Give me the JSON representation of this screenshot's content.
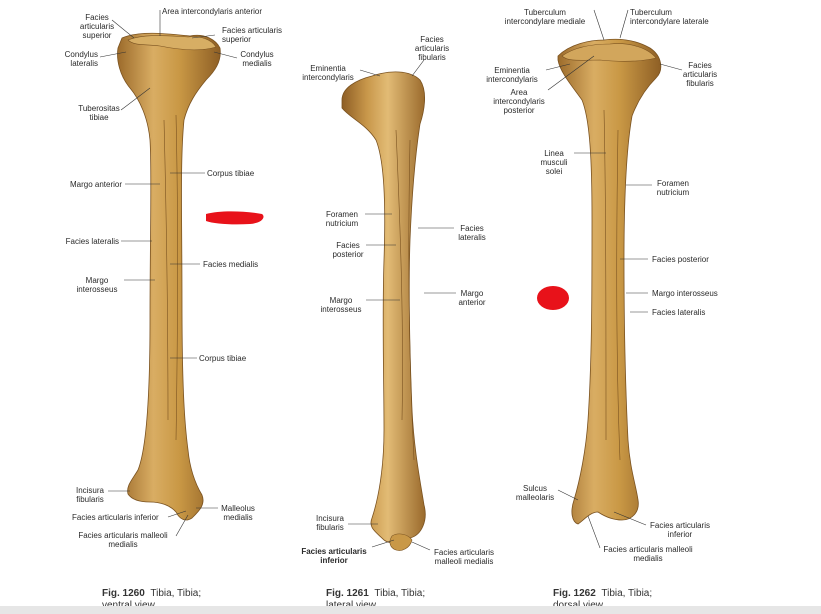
{
  "colors": {
    "bone": "#c6943f",
    "bone_light": "#ddb36b",
    "bone_dark": "#8a5f24",
    "redaction": "#e8121a",
    "leader": "#333333"
  },
  "figures": [
    {
      "id": "fig1260",
      "caption": {
        "number": "Fig. 1260",
        "line1": "Tibia, Tibia;",
        "line2": "ventral view."
      },
      "labels": {
        "area_intercondylaris_anterior": "Area intercondylaris anterior",
        "facies_articularis_superior_left": "Facies\narticularis\nsuperior",
        "facies_articularis_superior_right": "Facies articularis\nsuperior",
        "condylus_lateralis": "Condylus\nlateralis",
        "condylus_medialis": "Condylus\nmedialis",
        "tuberositas_tibiae": "Tuberositas\ntibiae",
        "corpus_tibiae_upper": "Corpus tibiae",
        "margo_anterior": "Margo anterior",
        "facies_lateralis": "Facies lateralis",
        "facies_medialis": "Facies medialis",
        "margo_interosseus": "Margo\ninterosseus",
        "corpus_tibiae_lower": "Corpus tibiae",
        "incisura_fibularis": "Incisura\nfibularis",
        "malleolus_medialis": "Malleolus\nmedialis",
        "facies_articularis_inferior": "Facies articularis inferior",
        "facies_articularis_malleoli_medialis": "Facies articularis malleoli\nmedialis"
      }
    },
    {
      "id": "fig1261",
      "caption": {
        "number": "Fig. 1261",
        "line1": "Tibia, Tibia;",
        "line2": "lateral view."
      },
      "labels": {
        "facies_articularis_fibularis": "Facies\narticularis\nfibularis",
        "eminentia_intercondylaris": "Eminentia\nintercondylaris",
        "foramen_nutricium": "Foramen\nnutricium",
        "facies_lateralis": "Facies\nlateralis",
        "facies_posterior": "Facies\nposterior",
        "margo_interosseus": "Margo\ninterosseus",
        "margo_anterior": "Margo\nanterior",
        "incisura_fibularis": "Incisura\nfibularis",
        "facies_articularis_inferior": "Facies articularis\ninferior",
        "facies_articularis_malleoli_medialis": "Facies articularis\nmalleoli medialis"
      }
    },
    {
      "id": "fig1262",
      "caption": {
        "number": "Fig. 1262",
        "line1": "Tibia, Tibia;",
        "line2": "dorsal view."
      },
      "labels": {
        "tuberculum_intercondylare_mediale": "Tuberculum\nintercondylare mediale",
        "tuberculum_intercondylare_laterale": "Tuberculum\nintercondylare laterale",
        "eminentia_intercondylaris": "Eminentia\nintercondylaris",
        "facies_articularis_fibularis": "Facies\narticularis\nfibularis",
        "area_intercondylaris_posterior": "Area\nintercondylaris\nposterior",
        "linea_musculi_solei": "Linea\nmusculi\nsolei",
        "foramen_nutricium": "Foramen\nnutricium",
        "facies_posterior": "Facies posterior",
        "margo_interosseus": "Margo interosseus",
        "facies_lateralis": "Facies lateralis",
        "sulcus_malleolaris": "Sulcus\nmalleolaris",
        "facies_articularis_inferior": "Facies articularis\ninferior",
        "facies_articularis_malleoli_medialis": "Facies articularis malleoli\nmedialis"
      }
    }
  ]
}
